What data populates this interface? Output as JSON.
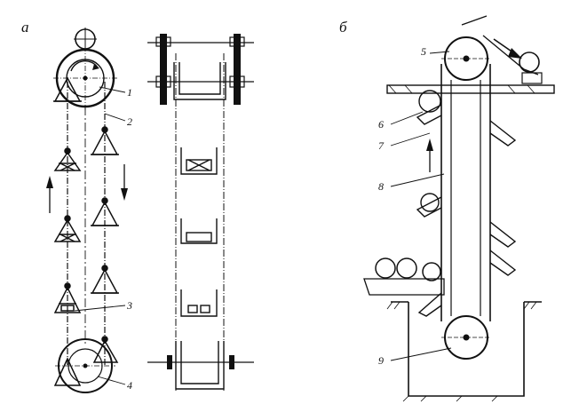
{
  "panels": [
    {
      "id": "a",
      "label": "а"
    },
    {
      "id": "b",
      "label": "б"
    }
  ],
  "callouts": [
    {
      "id": "1",
      "text": "1"
    },
    {
      "id": "2",
      "text": "2"
    },
    {
      "id": "3",
      "text": "3"
    },
    {
      "id": "4",
      "text": "4"
    },
    {
      "id": "5",
      "text": "5"
    },
    {
      "id": "6",
      "text": "6"
    },
    {
      "id": "7",
      "text": "7"
    },
    {
      "id": "8",
      "text": "8"
    },
    {
      "id": "9",
      "text": "9"
    }
  ]
}
